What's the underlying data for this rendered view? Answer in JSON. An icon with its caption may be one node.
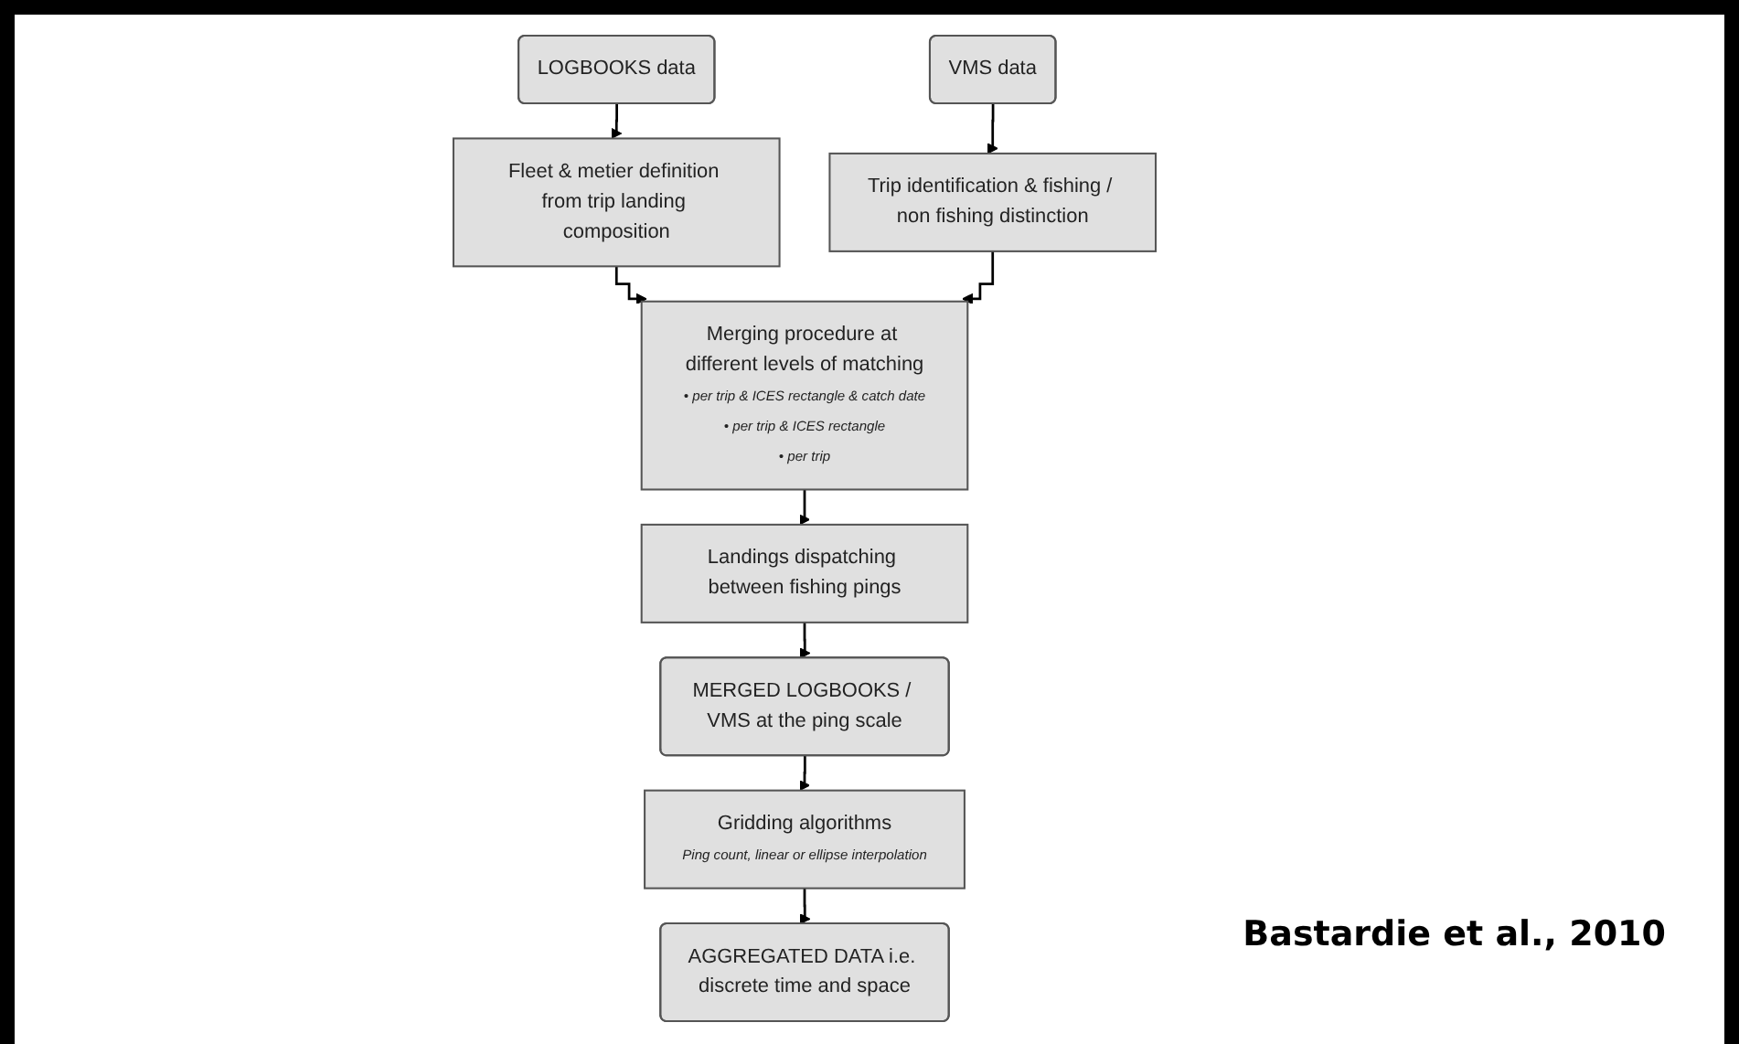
{
  "diagram": {
    "nodes": [
      {
        "text": [
          "LOGBOOKS data"
        ]
      },
      {
        "text": [
          "VMS data"
        ]
      },
      {
        "text": [
          "Fleet & metier definition from trip landing composition"
        ]
      },
      {
        "text": [
          "Trip identification & fishing / non fishing distinction"
        ]
      },
      {
        "text": [
          "Merging procedure at different levels of matching",
          "• per trip & ICES rectangle & catch date",
          "• per trip & ICES rectangle",
          "• per trip"
        ]
      },
      {
        "text": [
          "Landings dispatching between fishing pings"
        ]
      },
      {
        "text": [
          "MERGED LOGBOOKS / VMS at the ping scale"
        ]
      },
      {
        "text": [
          "Gridding algorithms",
          "Ping count, linear or ellipse interpolation"
        ]
      },
      {
        "text": [
          "AGGREGATED DATA i.e. discrete time and space"
        ]
      }
    ],
    "edges": [
      {
        "from": 0,
        "to": 2,
        "arrow": "to"
      },
      {
        "from": 1,
        "to": 3,
        "arrow": "to"
      },
      {
        "from": 2,
        "to": 4,
        "arrow": "to"
      },
      {
        "from": 3,
        "to": 4,
        "arrow": "to"
      },
      {
        "from": 4,
        "to": 5,
        "arrow": "to"
      },
      {
        "from": 5,
        "to": 6,
        "arrow": "to"
      },
      {
        "from": 6,
        "to": 7,
        "arrow": "to"
      },
      {
        "from": 7,
        "to": 8,
        "arrow": "to"
      }
    ],
    "labels": [
      "Bastardie et al., 2010"
    ]
  }
}
